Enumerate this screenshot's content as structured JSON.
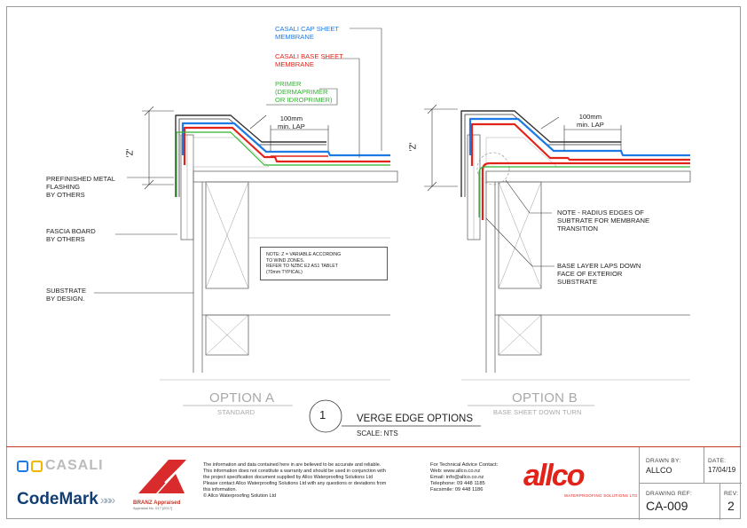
{
  "labels": {
    "cap_sheet": "CASALI CAP SHEET\nMEMBRANE",
    "base_sheet": "CASALI BASE SHEET\nMEMBRANE",
    "primer": "PRIMER\n(DERMAPRIMER\nOR IDROPRIMER)",
    "lap_a": "100mm\nmin. LAP",
    "lap_b": "100mm\nmin. LAP",
    "z_a": "'Z'",
    "z_b": "'Z'",
    "flashing": "PREFINISHED METAL\nFLASHING\nBY OTHERS",
    "fascia": "FASCIA BOARD\nBY OTHERS",
    "substrate": "SUBSTRATE\nBY DESIGN.",
    "note_box": "NOTE: Z = VARIABLE ACCORDING\nTO WIND ZONES.\nREFER TO NZBC E2 AS1 TABLET\n(70mm TYPICAL)",
    "note_radius": "NOTE - RADIUS EDGES OF\nSUBTRATE FOR MEMBRANE\nTRANSITION",
    "note_base_layer": "BASE LAYER LAPS DOWN\nFACE OF EXTERIOR\nSUBSTRATE"
  },
  "options": {
    "a_title": "OPTION A",
    "a_sub": "STANDARD",
    "b_title": "OPTION B",
    "b_sub": "BASE SHEET DOWN TURN"
  },
  "drawing_title": {
    "number": "1",
    "name": "VERGE EDGE OPTIONS",
    "scale": "SCALE: NTS"
  },
  "titleblock": {
    "casali_logo": "CASALI",
    "codemark_logo": "CodeMark",
    "branz_logo": "BRANZ Appraised",
    "branz_sub": "Appraisal No. 017 [2017]",
    "disclaimer": "The information and data contained here in are believed to be accurate and reliable.\nThis information does not constitute a warranty and should be used in conjunction with\nthe project specification document supplied by Allco Waterproofing Solutions Ltd\nPlease contact Allco Waterproofing Solutions Ltd with any questions or deviations from\nthis information.\n© Allco Waterproofing Solution Ltd",
    "contact": "For Technical Advice Contact:\nWeb: www.allco.co.nz\nEmail: info@allco.co.nz\nTelephone: 09 448 1185\nFacsimile: 09 448 1186",
    "allco_logo": "allco",
    "allco_sub": "WATERPROOFING SOLUTIONS LTD",
    "drawn_by_label": "DRAWN BY:",
    "drawn_by": "ALLCO",
    "date_label": "DATE:",
    "date": "17/04/19",
    "ref_label": "DRAWING REF:",
    "ref": "CA-009",
    "rev_label": "REV:",
    "rev": "2"
  },
  "colors": {
    "cap": "#1e7be6",
    "base": "#e2231a",
    "primer": "#2fb52f",
    "structure": "#555555",
    "light": "#a8a8a8",
    "accent": "#c0392b"
  }
}
